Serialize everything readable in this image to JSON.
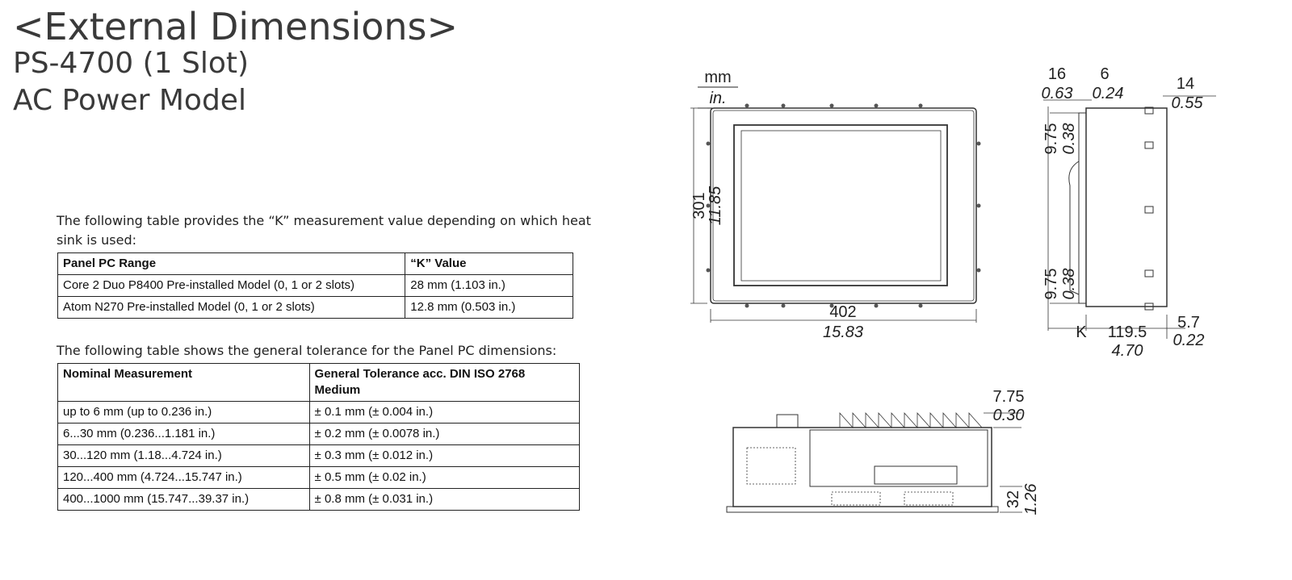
{
  "header": {
    "title": "<External Dimensions>",
    "model": "PS-4700 (1 Slot)",
    "variant": "AC Power Model"
  },
  "k_table": {
    "intro": "The following table provides the “K” measurement value depending on which heat sink is used:",
    "headers": [
      "Panel PC Range",
      "“K” Value"
    ],
    "rows": [
      [
        "Core 2 Duo P8400 Pre-installed Model (0, 1 or 2 slots)",
        "28 mm (1.103 in.)"
      ],
      [
        "Atom N270 Pre-installed Model (0, 1 or 2 slots)",
        "12.8 mm (0.503 in.)"
      ]
    ]
  },
  "tolerance_table": {
    "intro": "The following table shows the general tolerance for the Panel PC dimensions:",
    "headers": [
      "Nominal Measurement",
      "General Tolerance acc. DIN ISO 2768 Medium"
    ],
    "rows": [
      [
        "up to 6 mm (up to 0.236 in.)",
        "± 0.1 mm (± 0.004 in.)"
      ],
      [
        "6...30 mm (0.236...1.181 in.)",
        "± 0.2 mm (± 0.0078 in.)"
      ],
      [
        "30...120 mm (1.18...4.724 in.)",
        "± 0.3 mm (± 0.012 in.)"
      ],
      [
        "120...400 mm (4.724...15.747 in.)",
        "± 0.5 mm (± 0.02 in.)"
      ],
      [
        "400...1000 mm (15.747...39.37 in.)",
        "± 0.8 mm (± 0.031 in.)"
      ]
    ]
  },
  "drawing": {
    "unit_mm": "mm",
    "unit_in": "in.",
    "front": {
      "width_mm": "402",
      "width_in": "15.83",
      "height_mm": "301",
      "height_in": "11.85"
    },
    "side": {
      "top_a_mm": "16",
      "top_a_in": "0.63",
      "top_b_mm": "6",
      "top_b_in": "0.24",
      "right_mm": "14",
      "right_in": "0.55",
      "upper_mm": "9.75",
      "upper_in": "0.38",
      "lower_mm": "9.75",
      "lower_in": "0.38",
      "k_label": "K",
      "depth_mm": "119.5",
      "depth_in": "4.70",
      "tail_mm": "5.7",
      "tail_in": "0.22"
    },
    "bottom": {
      "fin_mm": "7.75",
      "fin_in": "0.30",
      "height_mm": "32",
      "height_in": "1.26"
    }
  }
}
